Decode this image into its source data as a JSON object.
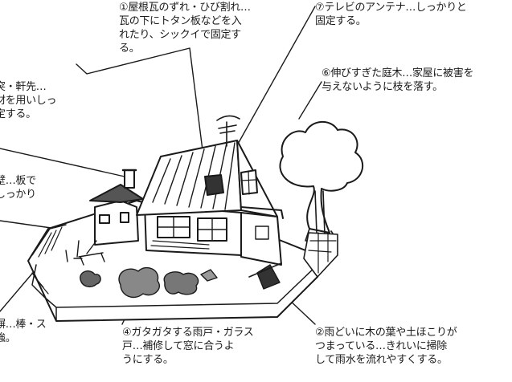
{
  "notes": {
    "roof_tiles": "①屋根瓦のずれ・ひび割れ…\n瓦の下にトタン板などを入\nれたり、シックイで固定す\nる。",
    "tv_antenna": "⑦テレビのアンテナ…しっかりと\n固定する。",
    "garden_tree": "⑥伸びすぎた庭木…家屋に被害を\n与えないように枝を落す。",
    "chimney_eaves": "突・軒先…\n材を用いしっ\n定する。",
    "wall": "壁…板で\nしっかり",
    "fence": "塀…棒・ス\n強。",
    "shutters": "④ガタガタする雨戸・ガラス\n戸…補修して窓に合うよ\nうにする。",
    "gutter": "②雨どいに木の葉や土ほこりが\nつまっている…きれいに掃除\nして雨水を流れやすくする。"
  }
}
